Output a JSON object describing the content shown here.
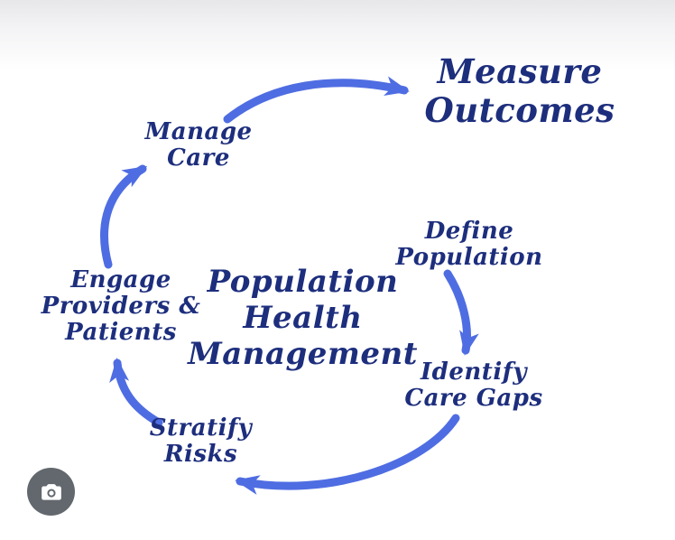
{
  "colors": {
    "text": "#1d2e7d",
    "arrow": "#4f6de2",
    "background": "#ffffff",
    "camera_button": "#62686d"
  },
  "center": {
    "line1": "Population",
    "line2": "Health",
    "line3": "Management"
  },
  "nodes": {
    "measure_outcomes": {
      "line1": "Measure",
      "line2": "Outcomes"
    },
    "manage_care": {
      "line1": "Manage",
      "line2": "Care"
    },
    "define_population": {
      "line1": "Define",
      "line2": "Population"
    },
    "identify_care_gaps": {
      "line1": "Identify",
      "line2": "Care Gaps"
    },
    "stratify_risks": {
      "line1": "Stratify",
      "line2": "Risks"
    },
    "engage_providers_patients": {
      "line1": "Engage",
      "line2": "Providers &",
      "line3": "Patients"
    }
  },
  "overlay": {
    "camera_icon": "camera-icon"
  }
}
